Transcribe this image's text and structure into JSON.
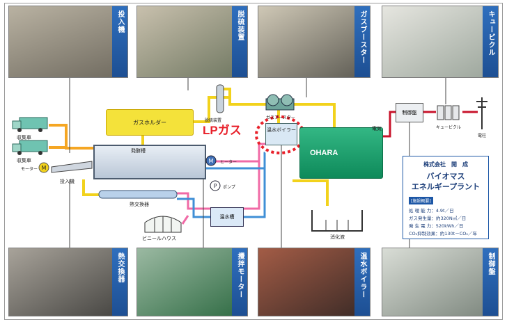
{
  "photos": {
    "top_1": "投入機",
    "top_2": "脱硫装置",
    "top_3": "ガスブースター",
    "top_4": "キュービクル",
    "bottom_1": "熱交換器",
    "bottom_2": "攪拌モーター",
    "bottom_3": "温水ボイラー",
    "bottom_4": "制御盤"
  },
  "diagram": {
    "truck_1": "収集車",
    "truck_2": "収集車",
    "motor": "モーター",
    "feeder": "投入機",
    "gas_holder": "ガスホルダー",
    "fermenter": "発酵槽",
    "heater": "ヒーター",
    "pump": "ポンプ",
    "heat_exchanger": "熱交換器",
    "desulfurizer": "脱硫装置",
    "booster": "ガスブースター",
    "boiler": "温水ボイラー",
    "lp_gas": "LPガス",
    "generator": "OHARA",
    "electricity": "電気",
    "control_panel": "制御盤",
    "cubicle": "キュービクル",
    "power_line": "電柱",
    "greenhouse": "ビニールハウス",
    "warm_tank": "温水槽",
    "digestate": "消化液",
    "motor_symbol": "M",
    "pump_symbol": "P"
  },
  "info": {
    "company": "株式会社　開　成",
    "title_1": "バイオマス",
    "title_2": "エネルギープラント",
    "heading": "[施設概要]",
    "rows": [
      "処 理 能 力：4.9t／日",
      "ガス発生量：約320N㎥／日",
      "発 生 電 力：520kWh／日",
      "CO₂抑制効果：約130t－CO₂／年"
    ]
  },
  "colors": {
    "biogas_line": "#f2d21c",
    "hot_water_line": "#f06aa6",
    "feed_line": "#f5a623",
    "return_line": "#3f8fd6",
    "power_line": "#c8132b",
    "lp_marker": "#e8202a",
    "photo_caption_band": "#1d57a6"
  }
}
